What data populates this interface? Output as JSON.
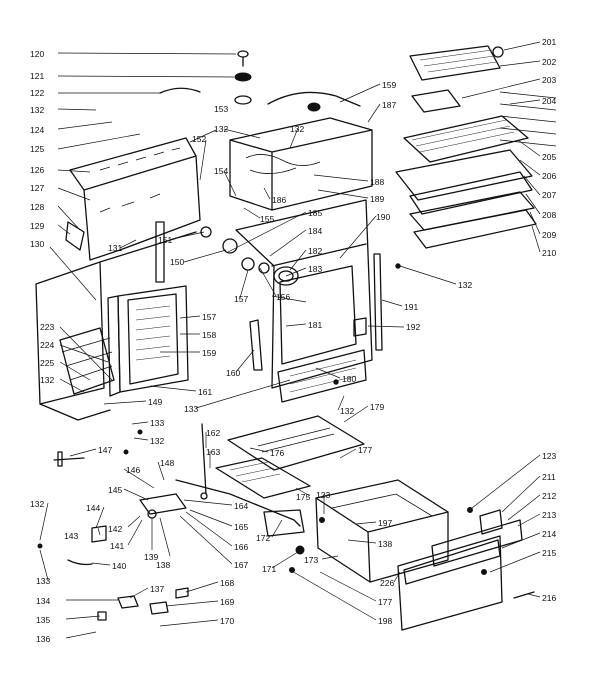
{
  "labels": [
    {
      "id": "L120",
      "text": "120"
    },
    {
      "id": "L121",
      "text": "121"
    },
    {
      "id": "L122",
      "text": "122"
    },
    {
      "id": "L132a",
      "text": "132"
    },
    {
      "id": "L124",
      "text": "124"
    },
    {
      "id": "L125",
      "text": "125"
    },
    {
      "id": "L126",
      "text": "126"
    },
    {
      "id": "L127",
      "text": "127"
    },
    {
      "id": "L128",
      "text": "128"
    },
    {
      "id": "L129",
      "text": "129"
    },
    {
      "id": "L130",
      "text": "130"
    },
    {
      "id": "L223",
      "text": "223"
    },
    {
      "id": "L224",
      "text": "224"
    },
    {
      "id": "L225",
      "text": "225"
    },
    {
      "id": "L132b",
      "text": "132"
    },
    {
      "id": "L153",
      "text": "153"
    },
    {
      "id": "L132c",
      "text": "132"
    },
    {
      "id": "L132d",
      "text": "132"
    },
    {
      "id": "L152",
      "text": "152"
    },
    {
      "id": "L154",
      "text": "154"
    },
    {
      "id": "L186",
      "text": "186"
    },
    {
      "id": "L131",
      "text": "131"
    },
    {
      "id": "L151",
      "text": "151"
    },
    {
      "id": "L150",
      "text": "150"
    },
    {
      "id": "L155",
      "text": "155"
    },
    {
      "id": "L185",
      "text": "185"
    },
    {
      "id": "L184",
      "text": "184"
    },
    {
      "id": "L183",
      "text": "183"
    },
    {
      "id": "L182",
      "text": "182"
    },
    {
      "id": "L156",
      "text": "156"
    },
    {
      "id": "L157a",
      "text": "157"
    },
    {
      "id": "L157b",
      "text": "157"
    },
    {
      "id": "L158",
      "text": "158"
    },
    {
      "id": "L159a",
      "text": "159"
    },
    {
      "id": "L160",
      "text": "160"
    },
    {
      "id": "L161a",
      "text": "161"
    },
    {
      "id": "L181",
      "text": "181"
    },
    {
      "id": "L149",
      "text": "149"
    },
    {
      "id": "L133a",
      "text": "133"
    },
    {
      "id": "L180",
      "text": "180"
    },
    {
      "id": "L132e",
      "text": "132"
    },
    {
      "id": "L159b",
      "text": "159"
    },
    {
      "id": "L187",
      "text": "187"
    },
    {
      "id": "L188",
      "text": "188"
    },
    {
      "id": "L189",
      "text": "189"
    },
    {
      "id": "L190",
      "text": "190"
    },
    {
      "id": "L191",
      "text": "191"
    },
    {
      "id": "L192",
      "text": "192"
    },
    {
      "id": "L132f",
      "text": "132"
    },
    {
      "id": "L201",
      "text": "201"
    },
    {
      "id": "L202",
      "text": "202"
    },
    {
      "id": "L203",
      "text": "203"
    },
    {
      "id": "L204",
      "text": "204"
    },
    {
      "id": "L205",
      "text": "205"
    },
    {
      "id": "L206",
      "text": "206"
    },
    {
      "id": "L207",
      "text": "207"
    },
    {
      "id": "L208",
      "text": "208"
    },
    {
      "id": "L209",
      "text": "209"
    },
    {
      "id": "L210",
      "text": "210"
    },
    {
      "id": "L133b",
      "text": "133"
    },
    {
      "id": "L132g",
      "text": "132"
    },
    {
      "id": "L162",
      "text": "162"
    },
    {
      "id": "L163",
      "text": "163"
    },
    {
      "id": "L179",
      "text": "179"
    },
    {
      "id": "L176",
      "text": "176"
    },
    {
      "id": "L177a",
      "text": "177"
    },
    {
      "id": "L147",
      "text": "147"
    },
    {
      "id": "L146",
      "text": "146"
    },
    {
      "id": "L148",
      "text": "148"
    },
    {
      "id": "L145",
      "text": "145"
    },
    {
      "id": "L144",
      "text": "144"
    },
    {
      "id": "L143",
      "text": "143"
    },
    {
      "id": "L142",
      "text": "142"
    },
    {
      "id": "L141",
      "text": "141"
    },
    {
      "id": "L139",
      "text": "139"
    },
    {
      "id": "L138a",
      "text": "138"
    },
    {
      "id": "L140",
      "text": "140"
    },
    {
      "id": "L164",
      "text": "164"
    },
    {
      "id": "L165",
      "text": "165"
    },
    {
      "id": "L166",
      "text": "166"
    },
    {
      "id": "L167",
      "text": "167"
    },
    {
      "id": "L172",
      "text": "172"
    },
    {
      "id": "L171",
      "text": "171"
    },
    {
      "id": "L175",
      "text": "175"
    },
    {
      "id": "L123a",
      "text": "123"
    },
    {
      "id": "L197",
      "text": "197"
    },
    {
      "id": "L138b",
      "text": "138"
    },
    {
      "id": "L173",
      "text": "173"
    },
    {
      "id": "L226",
      "text": "226"
    },
    {
      "id": "L177b",
      "text": "177"
    },
    {
      "id": "L198",
      "text": "198"
    },
    {
      "id": "L132h",
      "text": "132"
    },
    {
      "id": "L133c",
      "text": "133"
    },
    {
      "id": "L134",
      "text": "134"
    },
    {
      "id": "L135",
      "text": "135"
    },
    {
      "id": "L136",
      "text": "136"
    },
    {
      "id": "L137",
      "text": "137"
    },
    {
      "id": "L168",
      "text": "168"
    },
    {
      "id": "L169",
      "text": "169"
    },
    {
      "id": "L170",
      "text": "170"
    },
    {
      "id": "L123b",
      "text": "123"
    },
    {
      "id": "L211",
      "text": "211"
    },
    {
      "id": "L212",
      "text": "212"
    },
    {
      "id": "L213",
      "text": "213"
    },
    {
      "id": "L214",
      "text": "214"
    },
    {
      "id": "L215",
      "text": "215"
    },
    {
      "id": "L216",
      "text": "216"
    }
  ]
}
